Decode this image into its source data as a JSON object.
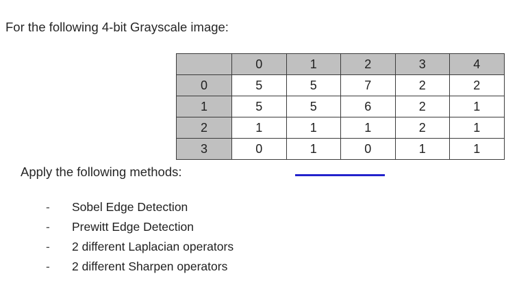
{
  "document": {
    "intro_text": "For the following 4-bit Grayscale image:",
    "apply_text": "Apply the following methods:",
    "accent_color": "#2222cc",
    "header_fill_color": "#c0c0c0",
    "grid_line_color": "#3a3a3a"
  },
  "table": {
    "corner_label": "",
    "column_headers": [
      "0",
      "1",
      "2",
      "3",
      "4"
    ],
    "row_headers": [
      "0",
      "1",
      "2",
      "3"
    ],
    "rows": [
      [
        "5",
        "5",
        "7",
        "2",
        "2"
      ],
      [
        "5",
        "5",
        "6",
        "2",
        "1"
      ],
      [
        "1",
        "1",
        "1",
        "2",
        "1"
      ],
      [
        "0",
        "1",
        "0",
        "1",
        "1"
      ]
    ]
  },
  "methods": {
    "bullet_marker": "-",
    "items": [
      {
        "label": "Sobel Edge Detection"
      },
      {
        "label": "Prewitt Edge Detection"
      },
      {
        "label": "2 different Laplacian operators"
      },
      {
        "label": "2 different Sharpen operators"
      }
    ]
  }
}
